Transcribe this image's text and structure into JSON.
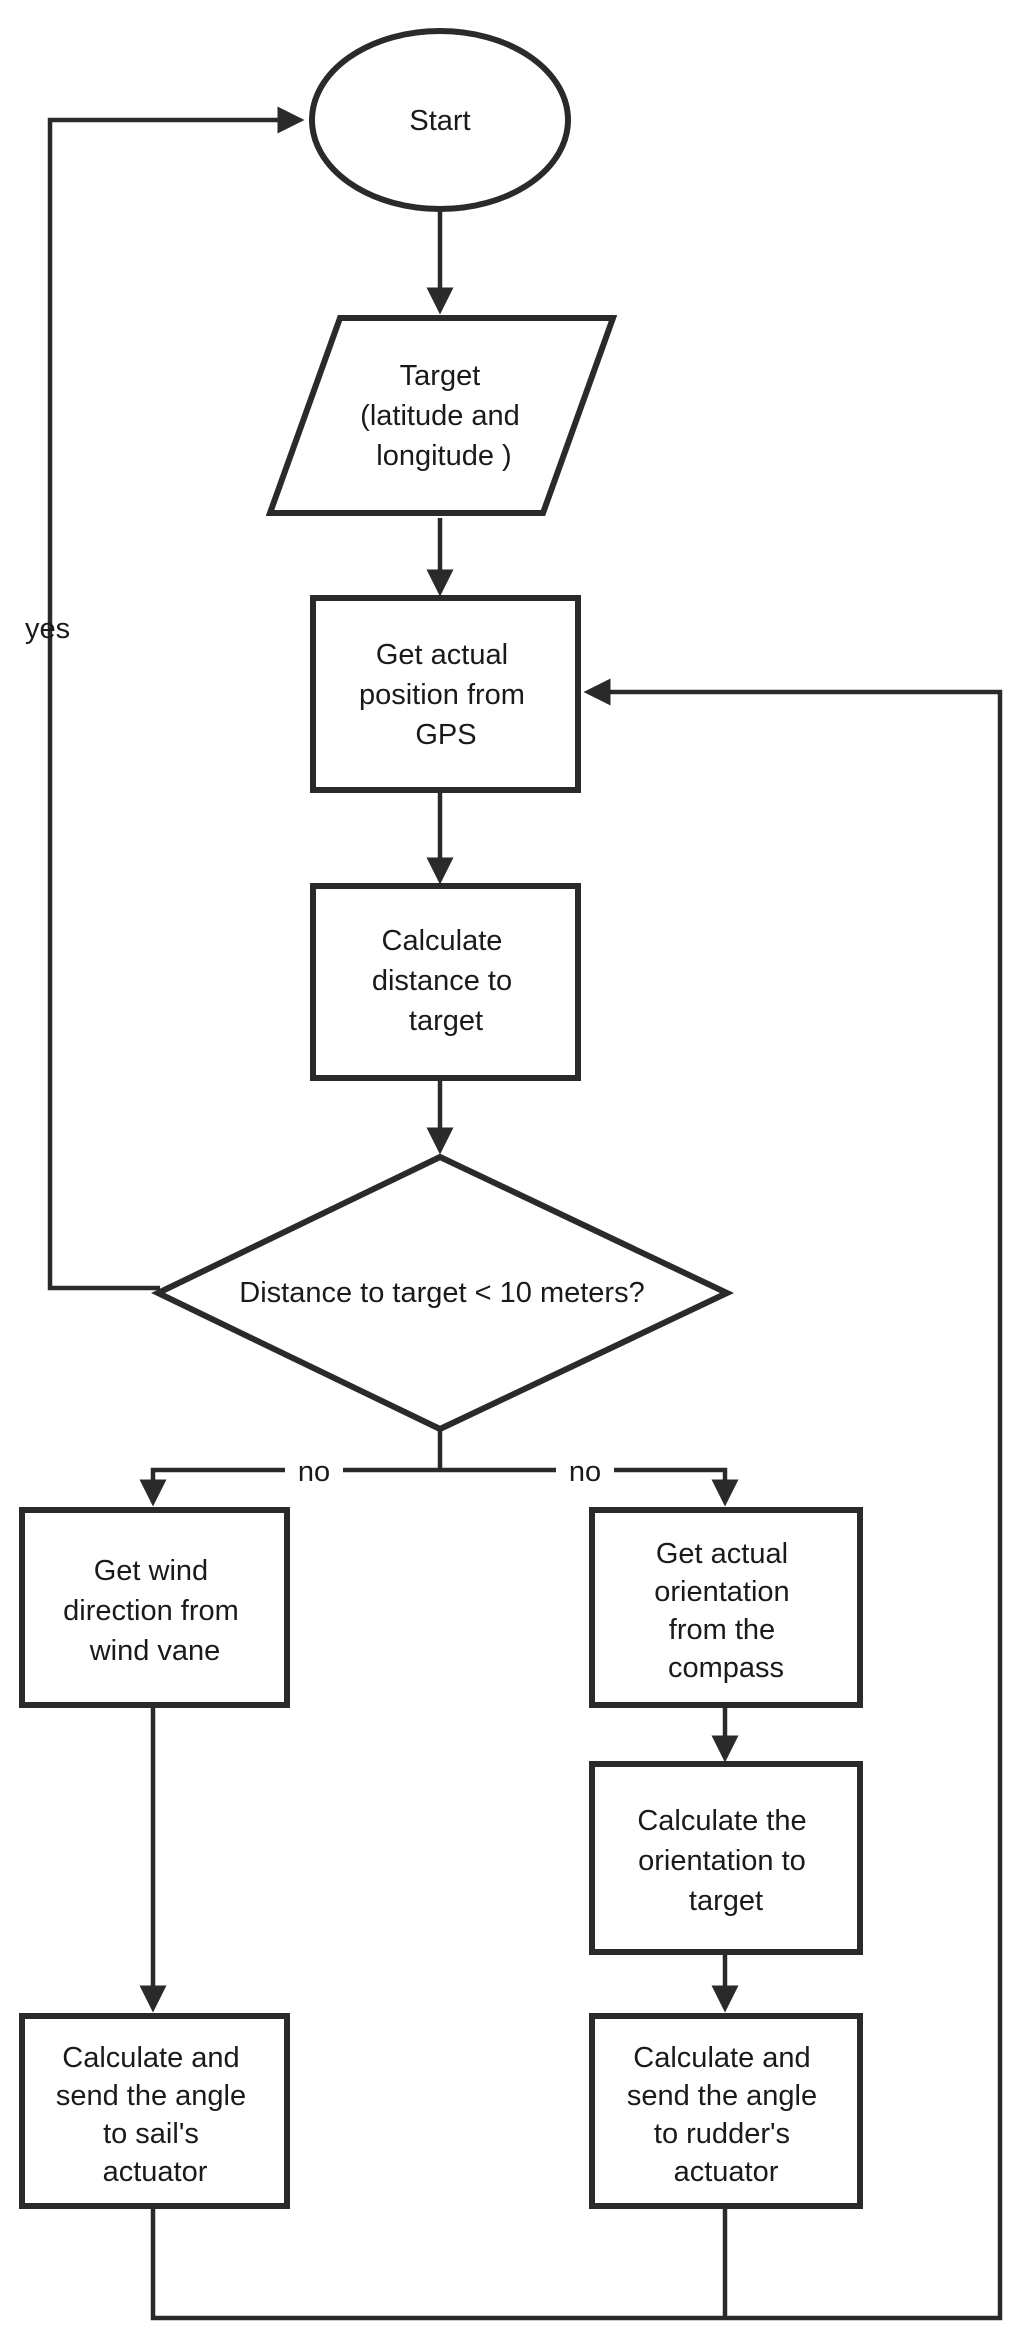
{
  "nodes": {
    "start": {
      "lines": [
        "Start"
      ]
    },
    "target": {
      "lines": [
        "Target",
        "(latitude and",
        "longitude )"
      ]
    },
    "get_position": {
      "lines": [
        "Get actual",
        "position from",
        "GPS"
      ]
    },
    "calc_distance": {
      "lines": [
        "Calculate",
        "distance to",
        "target"
      ]
    },
    "decision": {
      "lines": [
        "Distance to target <  10 meters?"
      ]
    },
    "wind": {
      "lines": [
        "Get wind",
        "direction from",
        "wind vane"
      ]
    },
    "orientation": {
      "lines": [
        "Get actual",
        "orientation",
        "from the",
        "compass"
      ]
    },
    "calc_orientation": {
      "lines": [
        "Calculate the",
        "orientation to",
        "target"
      ]
    },
    "sail": {
      "lines": [
        "Calculate and",
        "send the angle",
        "to sail's",
        "actuator"
      ]
    },
    "rudder": {
      "lines": [
        "Calculate and",
        "send the angle",
        "to rudder's",
        "actuator"
      ]
    }
  },
  "edge_labels": {
    "yes": "yes",
    "no_left": "no",
    "no_right": "no"
  }
}
